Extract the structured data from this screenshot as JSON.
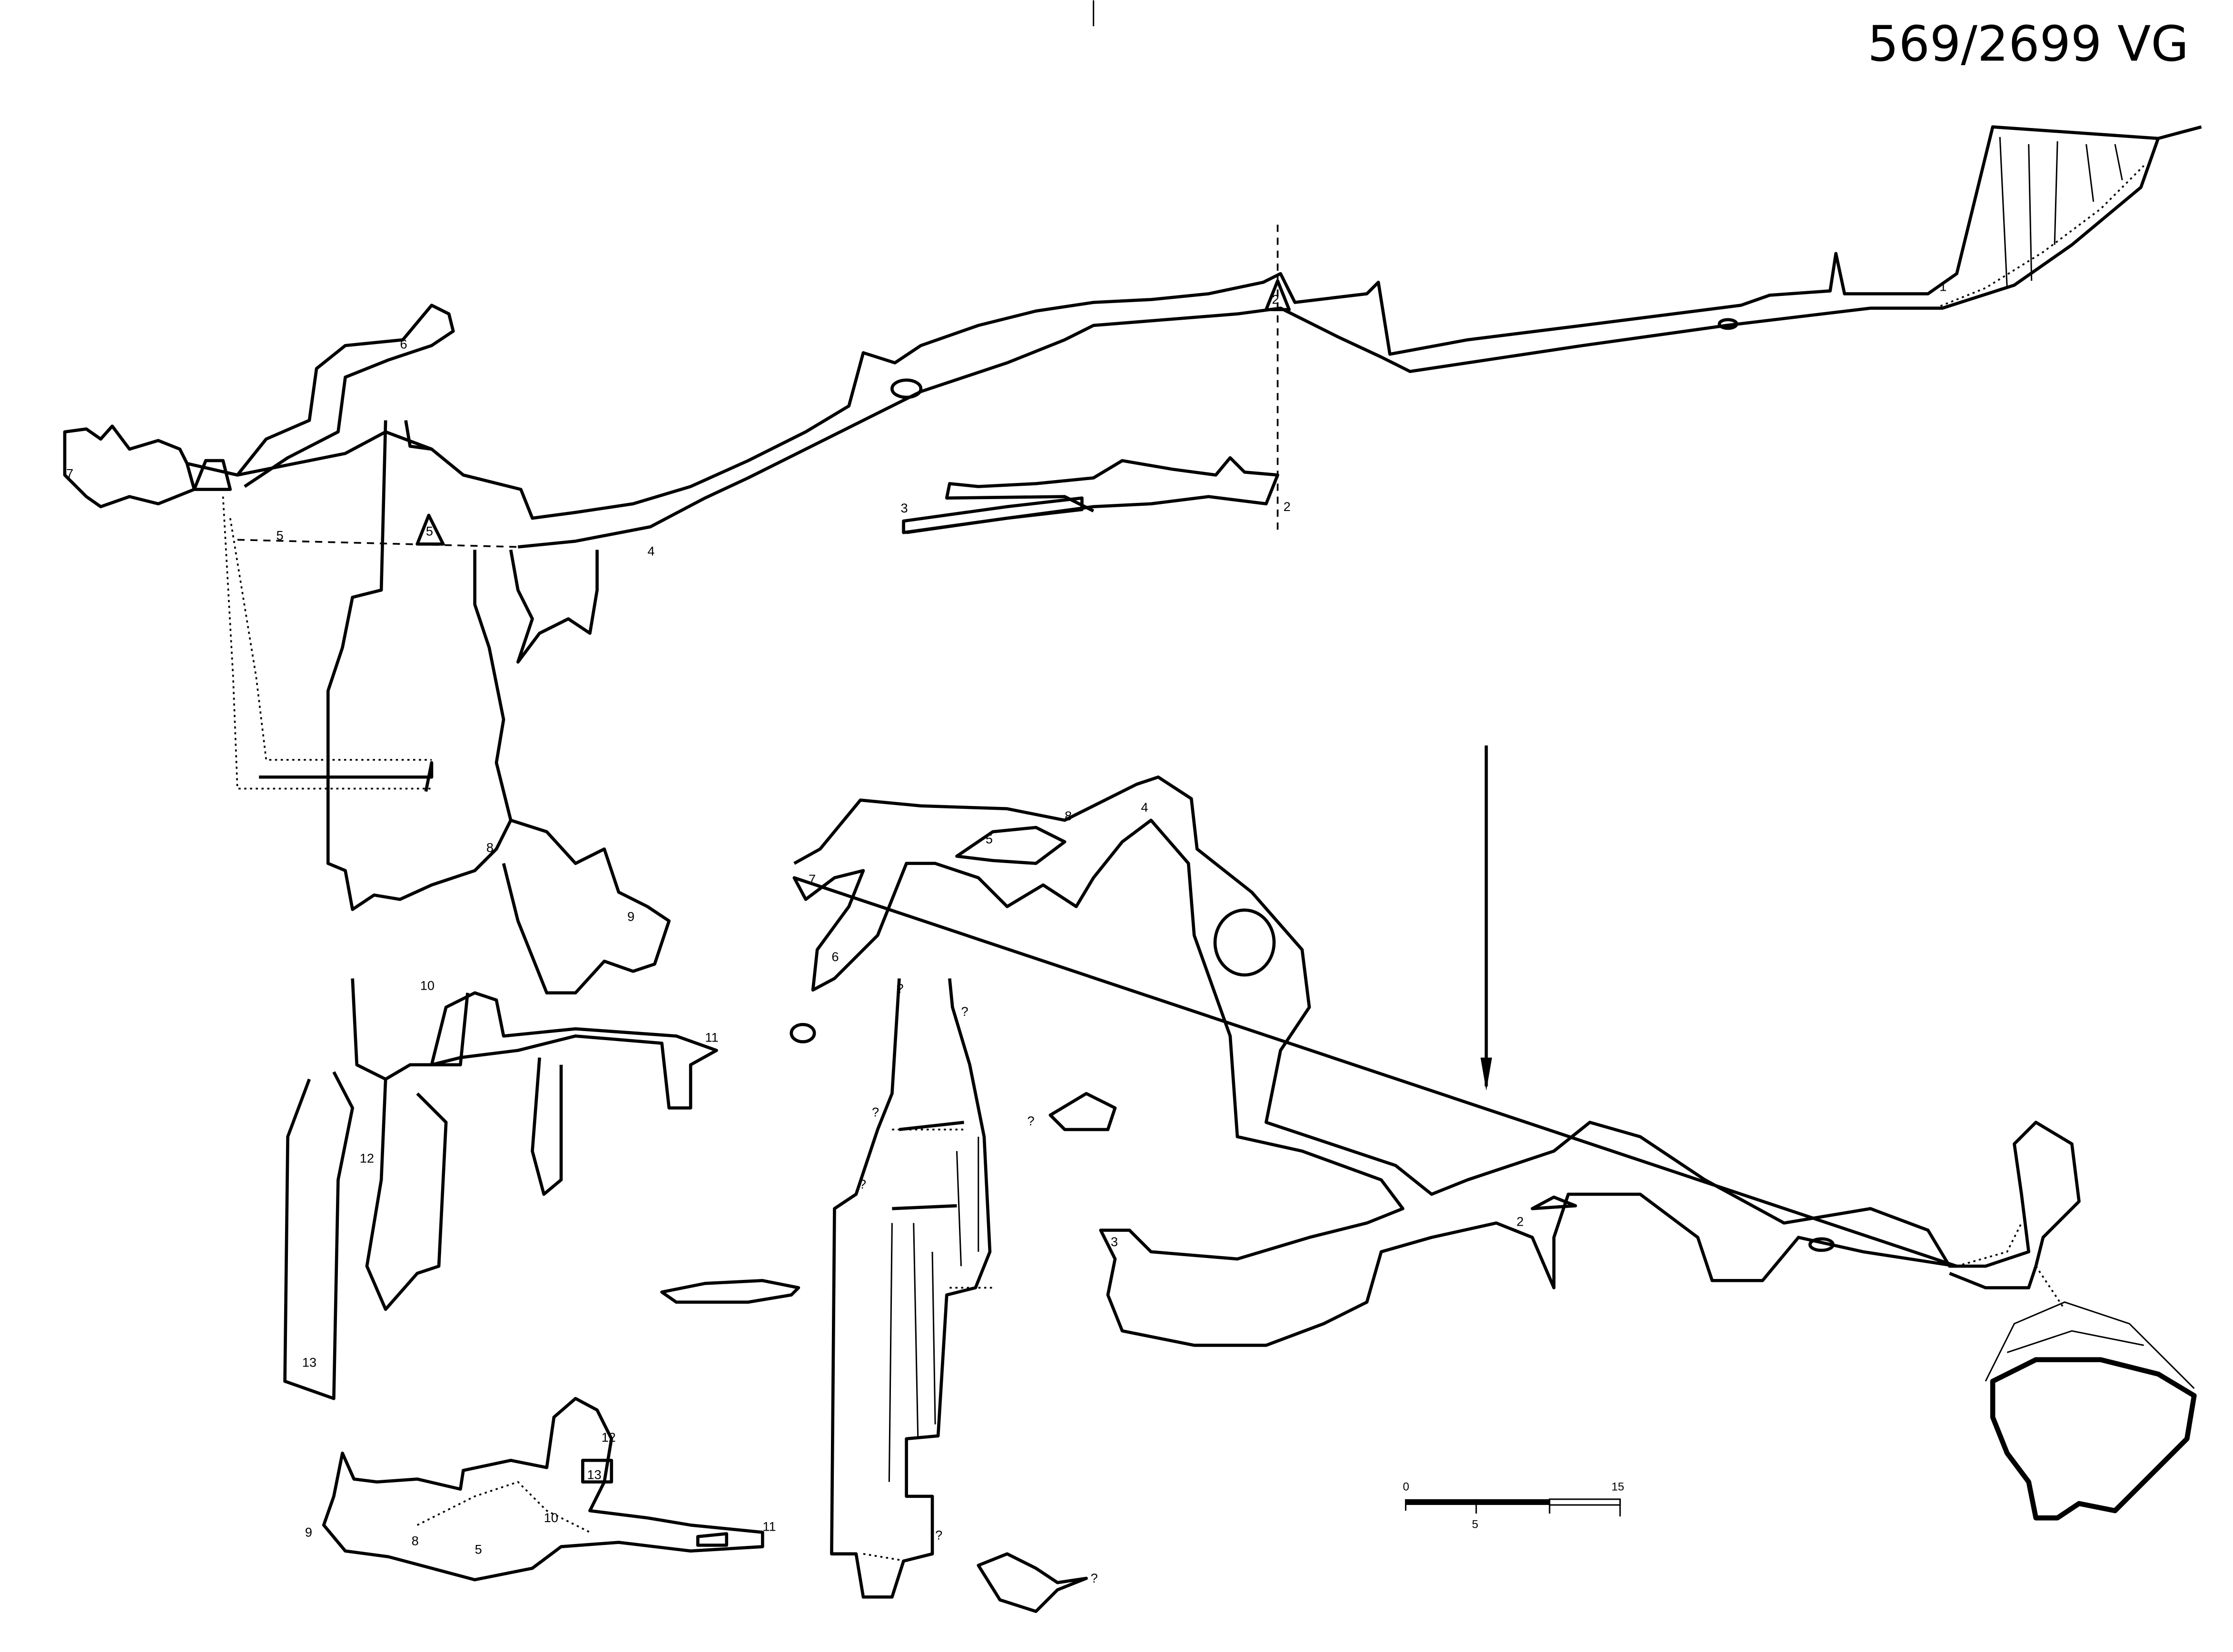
{
  "sheet": {
    "reference": "569/2699 VG",
    "colors": {
      "ink": "#000000",
      "paper": "#ffffff"
    }
  },
  "profile_upper": {
    "stations": [
      "1",
      "2",
      "2",
      "3",
      "4",
      "5",
      "5",
      "6",
      "7"
    ]
  },
  "profile_left": {
    "stations": [
      "8",
      "9",
      "10",
      "11",
      "12",
      "13"
    ]
  },
  "plan_main": {
    "stations": [
      "2",
      "3",
      "4",
      "5",
      "6",
      "7",
      "8"
    ]
  },
  "plan_lower_left": {
    "stations": [
      "5",
      "8",
      "9",
      "10",
      "11",
      "12",
      "13"
    ]
  },
  "unknown_marks": [
    "?",
    "?",
    "?",
    "?",
    "?",
    "?",
    "?"
  ],
  "scale_bar": {
    "labels": [
      "0",
      "5",
      "15"
    ],
    "units_max": 15
  }
}
